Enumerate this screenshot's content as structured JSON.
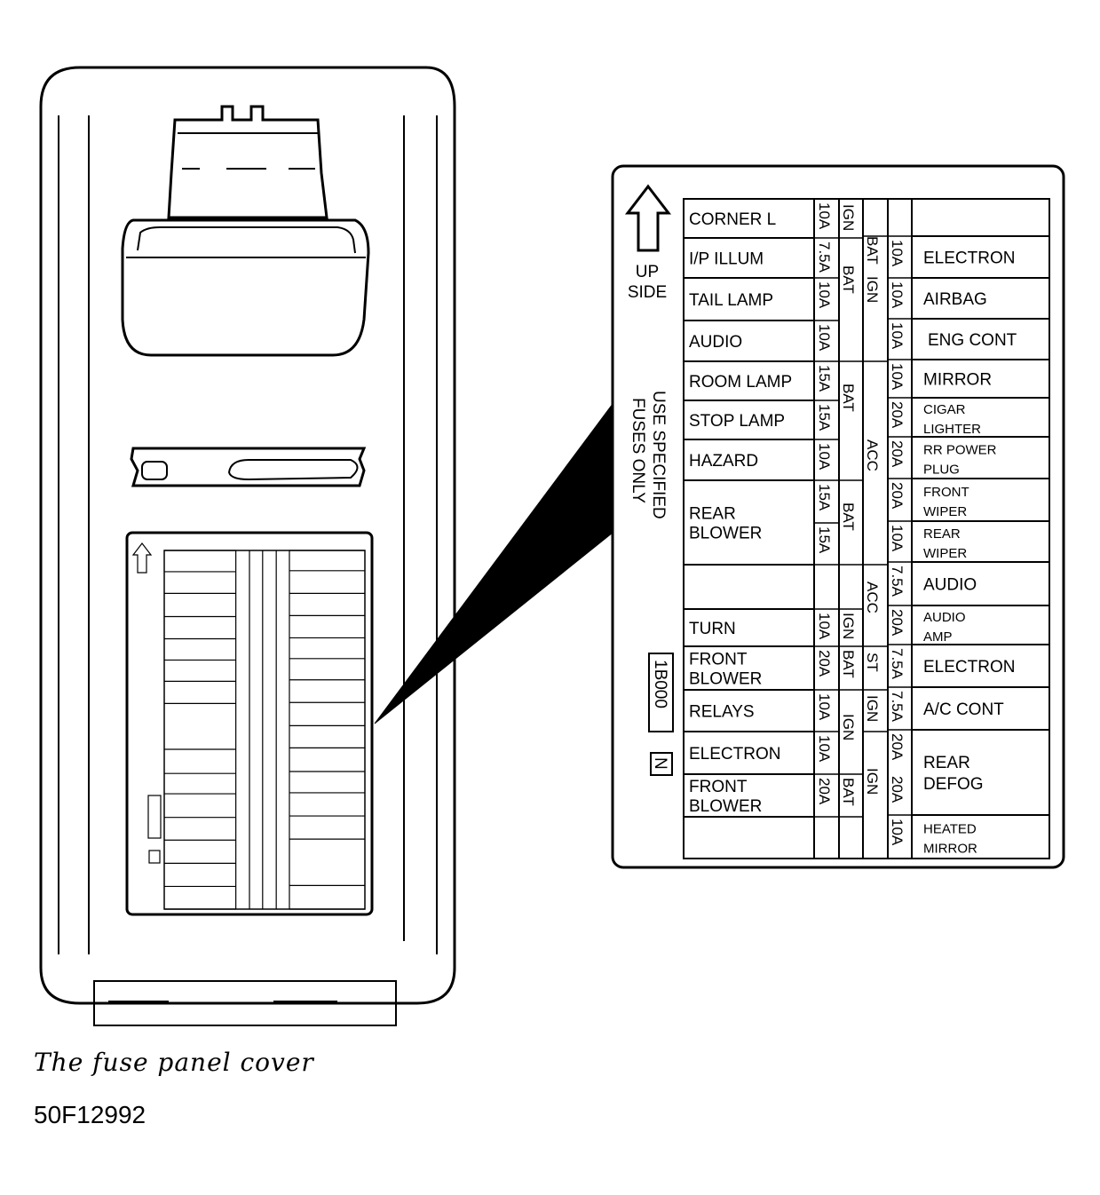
{
  "arrow_label": [
    "UP",
    "SIDE"
  ],
  "side_note": [
    "USE SPECIFIED",
    "FUSES ONLY"
  ],
  "box_code": "1B000",
  "box_letter": "N",
  "left_column": [
    {
      "label": [
        "CORNER L"
      ],
      "amp": [
        "10A"
      ],
      "src": "IGN"
    },
    {
      "label": [
        "I/P ILLUM"
      ],
      "amp": [
        "7.5A"
      ]
    },
    {
      "label": [
        "TAIL LAMP"
      ],
      "amp": [
        "10A"
      ],
      "src": "BAT"
    },
    {
      "label": [
        "AUDIO"
      ],
      "amp": [
        "10A"
      ]
    },
    {
      "label": [
        "ROOM LAMP"
      ],
      "amp": [
        "15A"
      ]
    },
    {
      "label": [
        "STOP LAMP"
      ],
      "amp": [
        "15A"
      ],
      "src": "BAT"
    },
    {
      "label": [
        "HAZARD"
      ],
      "amp": [
        "10A"
      ]
    },
    {
      "label": [
        "REAR",
        "BLOWER"
      ],
      "amp": [
        "15A",
        "15A"
      ],
      "src": "BAT"
    },
    {
      "label": [
        ""
      ],
      "amp": [
        ""
      ]
    },
    {
      "label": [
        "TURN"
      ],
      "amp": [
        "10A"
      ],
      "src": "IGN"
    },
    {
      "label": [
        "FRONT",
        "BLOWER"
      ],
      "amp": [
        "20A"
      ],
      "src": "BAT"
    },
    {
      "label": [
        "RELAYS"
      ],
      "amp": [
        "10A"
      ]
    },
    {
      "label": [
        "ELECTRON"
      ],
      "amp": [
        "10A"
      ],
      "src": "IGN"
    },
    {
      "label": [
        "FRONT",
        "BLOWER"
      ],
      "amp": [
        "20A"
      ],
      "src": "BAT"
    },
    {
      "label": [
        ""
      ],
      "amp": [
        ""
      ]
    }
  ],
  "right_column": [
    {
      "label": [
        ""
      ],
      "amp": [
        ""
      ]
    },
    {
      "label": [
        "ELECTRON"
      ],
      "amp": [
        "10A"
      ]
    },
    {
      "label": [
        "AIRBAG"
      ],
      "amp": [
        "10A"
      ]
    },
    {
      "label": [
        "ENG CONT"
      ],
      "amp": [
        "10A"
      ]
    },
    {
      "label": [
        "MIRROR"
      ],
      "amp": [
        "10A"
      ]
    },
    {
      "label": [
        "CIGAR",
        "LIGHTER"
      ],
      "amp": [
        "20A"
      ]
    },
    {
      "label": [
        "RR POWER",
        "PLUG"
      ],
      "amp": [
        "20A"
      ]
    },
    {
      "label": [
        "FRONT",
        "WIPER"
      ],
      "amp": [
        "20A"
      ]
    },
    {
      "label": [
        "REAR",
        "WIPER"
      ],
      "amp": [
        "10A"
      ]
    },
    {
      "label": [
        "AUDIO"
      ],
      "amp": [
        "7.5A"
      ]
    },
    {
      "label": [
        "AUDIO",
        "AMP"
      ],
      "amp": [
        "20A"
      ]
    },
    {
      "label": [
        "ELECTRON"
      ],
      "amp": [
        "7.5A"
      ]
    },
    {
      "label": [
        "A/C CONT"
      ],
      "amp": [
        "7.5A"
      ]
    },
    {
      "label": [
        "REAR",
        "DEFOG"
      ],
      "amp": [
        "20A",
        "20A"
      ]
    },
    {
      "label": [
        "HEATED",
        "MIRROR"
      ],
      "amp": [
        "10A"
      ]
    }
  ],
  "inner_sources": [
    "BAT",
    "IGN",
    "ACC",
    "ACC",
    "ST",
    "IGN",
    "IGN"
  ],
  "caption": "The fuse panel cover",
  "figure_id": "50F12992"
}
